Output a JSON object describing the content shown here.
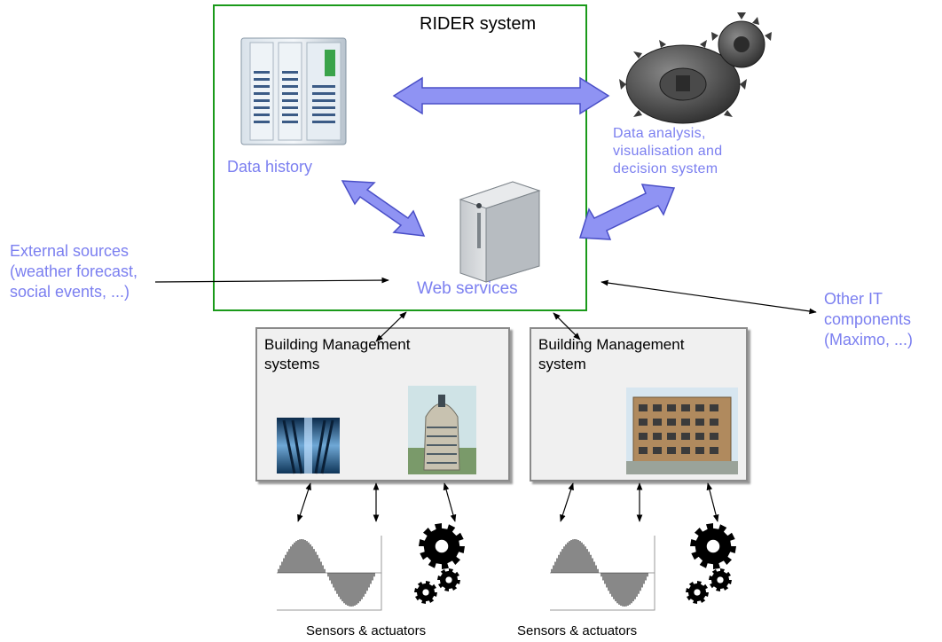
{
  "rider": {
    "title": "RIDER system",
    "data_history_label": "Data history",
    "analysis_label": [
      "Data analysis,",
      "visualisation and",
      "decision system"
    ],
    "web_services_label": "Web services"
  },
  "external": {
    "lines": [
      "External sources",
      "(weather forecast,",
      "social events, ...)"
    ]
  },
  "other_it": {
    "lines": [
      "Other IT",
      "components",
      "(Maximo, ...)"
    ]
  },
  "bms_left": {
    "lines": [
      "Building Management",
      "systems"
    ]
  },
  "bms_right": {
    "lines": [
      "Building Management",
      "system"
    ]
  },
  "sensors": {
    "left_label": "Sensors & actuators",
    "right_label": "Sensors & actuators"
  },
  "colors": {
    "label_blue": "#7b7ff0",
    "arrow_fill": "#8f93f3",
    "arrow_stroke": "#4a4fc7",
    "frame_green": "#1a9a1a"
  },
  "icons": {
    "server_rack": "server-rack-icon",
    "gears": "bevel-gears-icon",
    "tower_server": "tower-server-icon",
    "sine_wave": "sine-wave-icon",
    "gear_cluster": "gear-cluster-icon"
  }
}
